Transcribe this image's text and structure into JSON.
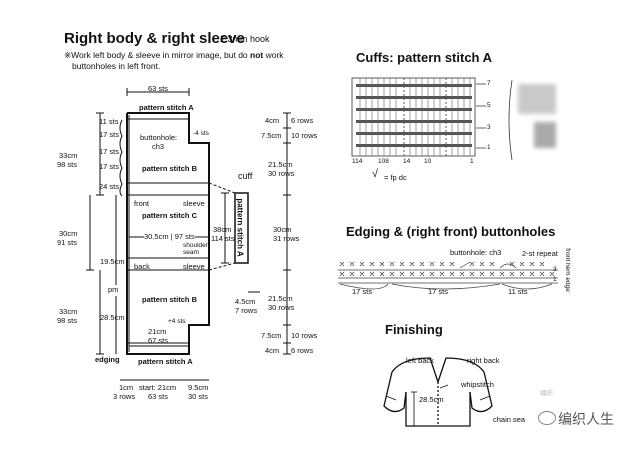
{
  "left_panel": {
    "title": "Right body & right sleeve",
    "hook": "2.3mm hook",
    "note_line1_a": "※Work left body & sleeve in mirror image, but do ",
    "note_not": "not",
    "note_line1_b": " work",
    "note_line2": "buttonholes in left front.",
    "top_width": "63 sts",
    "pattern_a_top": "pattern stitch A",
    "pattern_b_top": "pattern stitch B",
    "pattern_c": "pattern stitch C",
    "pattern_b_bottom": "pattern stitch B",
    "pattern_a_bottom": "pattern stitch A",
    "front": "front",
    "sleeve_upper": "sleeve",
    "back": "back",
    "sleeve_lower": "sleeve",
    "buttonhole_label": "buttonhole:",
    "buttonhole_ch": "ch3",
    "minus4": "-4 sts",
    "plus4": "+4 sts",
    "side_sts": [
      "11 sts",
      "17 sts",
      "17 sts",
      "17 sts",
      "24 sts"
    ],
    "mid_width": "30.5cm | 97 sts",
    "shoulder_seam": "shoulder seam",
    "left_33_top_cm": "33cm",
    "left_33_top_sts": "98 sts",
    "left_30_cm": "30cm",
    "left_30_sts": "91 sts",
    "left_195": "19.5cm",
    "pm": "pm",
    "left_33_bot_cm": "33cm",
    "left_33_bot_sts": "98 sts",
    "left_285": "28.5cm",
    "bottom_cm": "21cm",
    "bottom_sts": "67 sts",
    "edging": "edging",
    "cuff": "cuff",
    "sleeve_band_cm": "38cm",
    "sleeve_band_sts": "114 sts",
    "sleeve_band_pattern": "pattern stitch A",
    "right_4cm_top": "4cm",
    "right_6rows_top": "6 rows",
    "right_75_top": "7.5cm",
    "right_10rows_top": "10 rows",
    "right_215_top": "21.5cm",
    "right_30rows_top": "30 rows",
    "right_30cm": "30cm",
    "right_31rows": "31 rows",
    "right_215_bot": "21.5cm",
    "right_30rows_bot": "30 rows",
    "right_75_bot": "7.5cm",
    "right_10rows_bot": "10 rows",
    "right_4cm_bot": "4cm",
    "right_6rows_bot": "6 rows",
    "cuff_45": "4.5cm",
    "cuff_7rows": "7 rows",
    "foot_1cm": "1cm",
    "foot_3rows": "3 rows",
    "foot_start": "start: 21cm",
    "foot_63": "63 sts",
    "foot_95": "9.5cm",
    "foot_30": "30 sts"
  },
  "cuffs": {
    "title": "Cuffs: pattern stitch A",
    "scale": [
      "114",
      "108",
      "14",
      "10",
      "1"
    ],
    "row_marks": [
      "7",
      "5",
      "3",
      "1"
    ],
    "legend": "= fp dc"
  },
  "edging": {
    "title": "Edging & (right front) buttonholes",
    "buttonhole": "buttonhole: ch3",
    "repeat": "2-st repeat",
    "side": "front hem edge",
    "counts": [
      "17 sts",
      "17 sts",
      "11 sts"
    ],
    "row_marks": [
      "3",
      "1"
    ]
  },
  "finishing": {
    "title": "Finishing",
    "left_back": "left back",
    "right_back": "right back",
    "whipstitch": "whipstitch",
    "size": "28.5cm",
    "chain_seam": "chain sea"
  },
  "watermark": {
    "small": "编织",
    "text": "编织人生"
  }
}
